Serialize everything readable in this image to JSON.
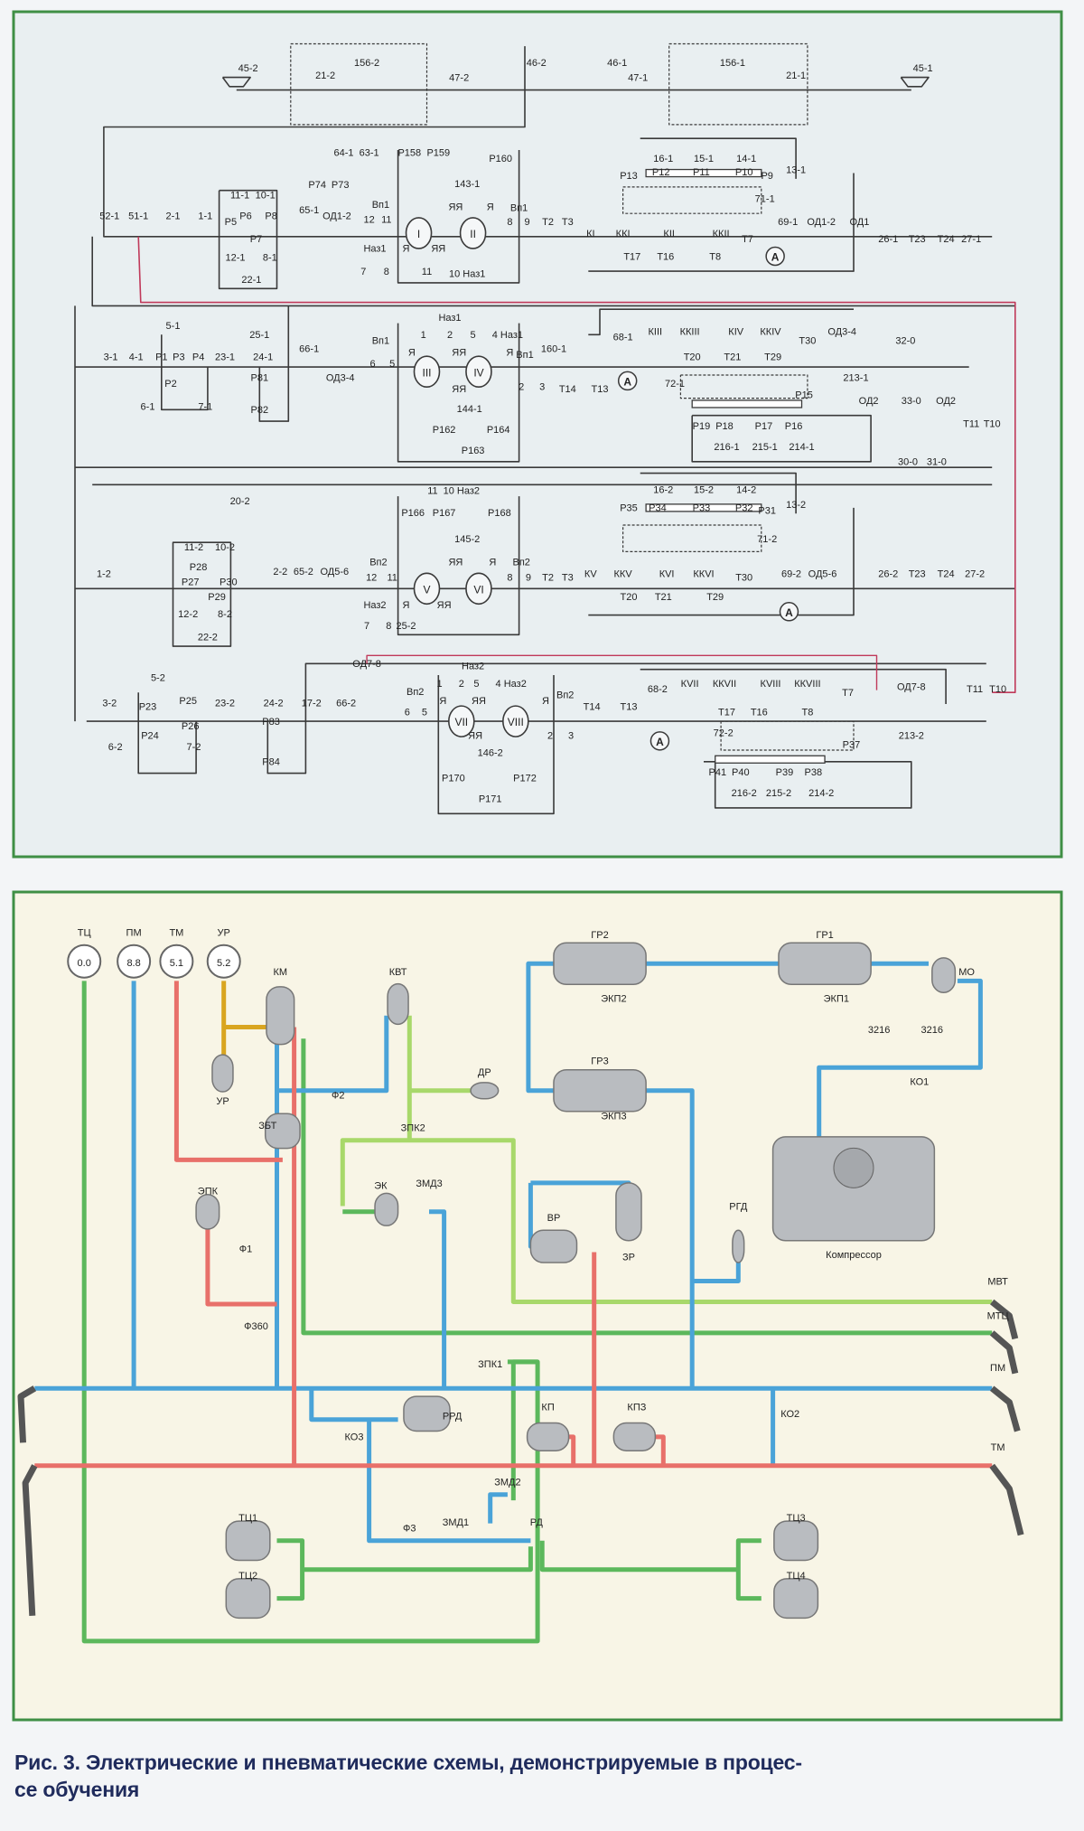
{
  "colors": {
    "panel_border": "#3f8f45",
    "electrical_background": "#e9eff1",
    "pneumatic_background": "#f8f5e6",
    "wire": "#3a3a3a",
    "red_wire": "#c0395a",
    "pipe_pm": "#4aa3d8",
    "pipe_tm": "#e8706a",
    "pipe_tc": "#5cb85c",
    "pipe_mvt": "#a8d86a",
    "pipe_ur": "#d9a520",
    "caption": "#1f2b5c"
  },
  "electrical_diagram": {
    "labels": [
      "45-2",
      "21-2",
      "156-2",
      "47-2",
      "46-2",
      "46-1",
      "47-1",
      "156-1",
      "21-1",
      "45-1",
      "52-1",
      "51-1",
      "2-1",
      "1-1",
      "11-1",
      "10-1",
      "Р5",
      "Р6",
      "Р8",
      "Р7",
      "12-1",
      "8-1",
      "22-1",
      "64-1",
      "63-1",
      "Р74",
      "Р73",
      "Р158",
      "Р159",
      "Р160",
      "143-1",
      "65-1",
      "ОД1-2",
      "12",
      "11",
      "Вп1",
      "ЯЯ",
      "Я",
      "Я",
      "ЯЯ",
      "Наз1",
      "7",
      "8",
      "11",
      "10 Наз1",
      "Вп1",
      "8",
      "9",
      "Т2",
      "Т3",
      "КI",
      "ККI",
      "КII",
      "ККII",
      "Т17",
      "Т16",
      "Т8",
      "Т7",
      "69-1",
      "ОД1-2",
      "ОД1",
      "26-1",
      "Т23",
      "Т24",
      "27-1",
      "16-1",
      "15-1",
      "14-1",
      "Р13",
      "Р12",
      "Р11",
      "Р10",
      "Р9",
      "13-1",
      "71-1",
      "3-1",
      "4-1",
      "5-1",
      "Р1",
      "Р3",
      "Р4",
      "Р2",
      "6-1",
      "7-1",
      "23-1",
      "24-1",
      "25-1",
      "Р81",
      "Р82",
      "66-1",
      "ОД3-4",
      "Наз1",
      "1",
      "2",
      "5",
      "4 Наз1",
      "Вп1",
      "6",
      "5",
      "Я",
      "ЯЯ",
      "Я",
      "ЯЯ",
      "144-1",
      "Вп1",
      "2",
      "3",
      "160-1",
      "Т14",
      "Т13",
      "68-1",
      "КIII",
      "ККIII",
      "КIV",
      "ККIV",
      "Т30",
      "ОД3-4",
      "Т20",
      "Т21",
      "Т29",
      "72-1",
      "Р15",
      "Р19",
      "Р18",
      "Р17",
      "Р16",
      "216-1",
      "215-1",
      "214-1",
      "Р162",
      "Р164",
      "Р163",
      "32-0",
      "213-1",
      "ОД2",
      "33-0",
      "ОД2",
      "Т11",
      "Т10",
      "30-0",
      "31-0",
      "20-2",
      "1-2",
      "11-2",
      "10-2",
      "Р28",
      "Р27",
      "Р30",
      "Р29",
      "12-2",
      "8-2",
      "22-2",
      "2-2",
      "65-2",
      "ОД5-6",
      "11",
      "10 Наз2",
      "Р166",
      "Р167",
      "Р168",
      "145-2",
      "Вп2",
      "12",
      "11",
      "ЯЯ",
      "Я",
      "Я",
      "ЯЯ",
      "Наз2",
      "7",
      "8",
      "25-2",
      "Вп2",
      "8",
      "9",
      "Т2",
      "Т3",
      "КV",
      "ККV",
      "КVI",
      "ККVI",
      "Т30",
      "Т20",
      "Т21",
      "Т29",
      "69-2",
      "ОД5-6",
      "26-2",
      "Т23",
      "Т24",
      "27-2",
      "16-2",
      "15-2",
      "14-2",
      "Р35",
      "Р34",
      "Р33",
      "Р32",
      "Р31",
      "13-2",
      "71-2",
      "5-2",
      "3-2",
      "Р23",
      "Р25",
      "Р24",
      "Р26",
      "6-2",
      "7-2",
      "23-2",
      "24-2",
      "Р83",
      "Р84",
      "17-2",
      "66-2",
      "ОД7-8",
      "Наз2",
      "1",
      "2",
      "5",
      "4 Наз2",
      "Вп2",
      "6",
      "5",
      "Я",
      "ЯЯ",
      "Я",
      "ЯЯ",
      "146-2",
      "Вп2",
      "2",
      "3",
      "Т14",
      "Т13",
      "Р170",
      "Р172",
      "Р171",
      "68-2",
      "КVII",
      "ККVII",
      "КVIII",
      "ККVIII",
      "Т7",
      "Т17",
      "Т16",
      "Т8",
      "ОД7-8",
      "Т11",
      "Т10",
      "72-2",
      "Р37",
      "213-2",
      "Р41",
      "Р40",
      "Р39",
      "Р38",
      "216-2",
      "215-2",
      "214-2"
    ],
    "motors": [
      "I",
      "II",
      "III",
      "IV",
      "V",
      "VI",
      "VII",
      "VIII"
    ],
    "ammeter_symbol": "A"
  },
  "pneumatic_diagram": {
    "gauges": [
      {
        "label": "ТЦ",
        "value": "0.0"
      },
      {
        "label": "ПМ",
        "value": "8.8"
      },
      {
        "label": "ТМ",
        "value": "5.1"
      },
      {
        "label": "УР",
        "value": "5.2"
      }
    ],
    "labels": [
      "ГР2",
      "ГР1",
      "МО",
      "ЭКП2",
      "ЭКП1",
      "ГР3",
      "ЭКП3",
      "3216",
      "3216",
      "КО1",
      "Компрессор",
      "РГД",
      "ЗР",
      "ВР",
      "КМ",
      "КВТ",
      "УР",
      "Ф2",
      "ДР",
      "ЗБТ",
      "ЗПК2",
      "ЭК",
      "ЗМД3",
      "ЭПК",
      "Ф1",
      "Ф360",
      "ЗПК1",
      "РРД",
      "КО3",
      "КП",
      "КПЗ",
      "КО2",
      "ЗМД2",
      "ЗМД1",
      "Ф3",
      "РД",
      "ТЦ1",
      "ТЦ2",
      "ТЦ3",
      "ТЦ4"
    ],
    "line_labels": [
      "МВТ",
      "МТЦ",
      "ПМ",
      "ТМ"
    ]
  },
  "caption": {
    "line1": "Рис. 3. Электрические и пневматические схемы, демонстрируемые в процес-",
    "line2": "се обучения"
  }
}
